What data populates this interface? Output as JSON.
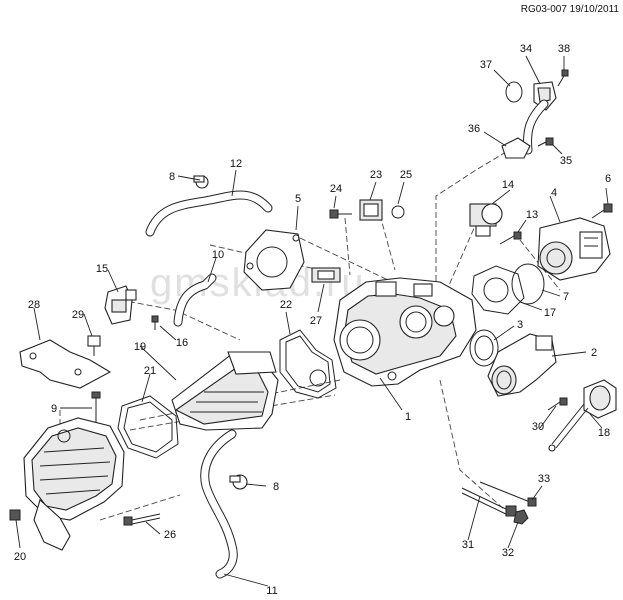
{
  "header": {
    "reference": "RG03-007 19/10/2011"
  },
  "watermark": "gmsklad.ru",
  "callouts": [
    {
      "id": "c1",
      "label": "1"
    },
    {
      "id": "c2",
      "label": "2"
    },
    {
      "id": "c3",
      "label": "3"
    },
    {
      "id": "c4",
      "label": "4"
    },
    {
      "id": "c5",
      "label": "5"
    },
    {
      "id": "c6",
      "label": "6"
    },
    {
      "id": "c7",
      "label": "7"
    },
    {
      "id": "c8a",
      "label": "8"
    },
    {
      "id": "c8b",
      "label": "8"
    },
    {
      "id": "c9",
      "label": "9"
    },
    {
      "id": "c10",
      "label": "10"
    },
    {
      "id": "c11",
      "label": "11"
    },
    {
      "id": "c12",
      "label": "12"
    },
    {
      "id": "c13",
      "label": "13"
    },
    {
      "id": "c14",
      "label": "14"
    },
    {
      "id": "c15",
      "label": "15"
    },
    {
      "id": "c16",
      "label": "16"
    },
    {
      "id": "c17",
      "label": "17"
    },
    {
      "id": "c18",
      "label": "18"
    },
    {
      "id": "c19",
      "label": "19"
    },
    {
      "id": "c20",
      "label": "20"
    },
    {
      "id": "c21",
      "label": "21"
    },
    {
      "id": "c22",
      "label": "22"
    },
    {
      "id": "c23",
      "label": "23"
    },
    {
      "id": "c24",
      "label": "24"
    },
    {
      "id": "c25",
      "label": "25"
    },
    {
      "id": "c26",
      "label": "26"
    },
    {
      "id": "c27",
      "label": "27"
    },
    {
      "id": "c28",
      "label": "28"
    },
    {
      "id": "c29",
      "label": "29"
    },
    {
      "id": "c30",
      "label": "30"
    },
    {
      "id": "c31",
      "label": "31"
    },
    {
      "id": "c32",
      "label": "32"
    },
    {
      "id": "c33",
      "label": "33"
    },
    {
      "id": "c34",
      "label": "34"
    },
    {
      "id": "c35",
      "label": "35"
    },
    {
      "id": "c36",
      "label": "36"
    },
    {
      "id": "c37",
      "label": "37"
    },
    {
      "id": "c38",
      "label": "38"
    }
  ]
}
